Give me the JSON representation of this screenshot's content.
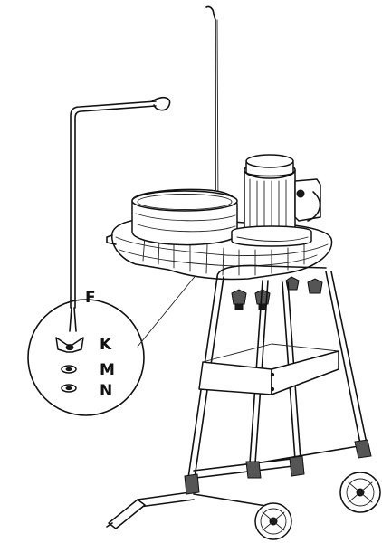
{
  "callouts": {
    "F": "F",
    "K": "K",
    "M": "M",
    "N": "N"
  }
}
